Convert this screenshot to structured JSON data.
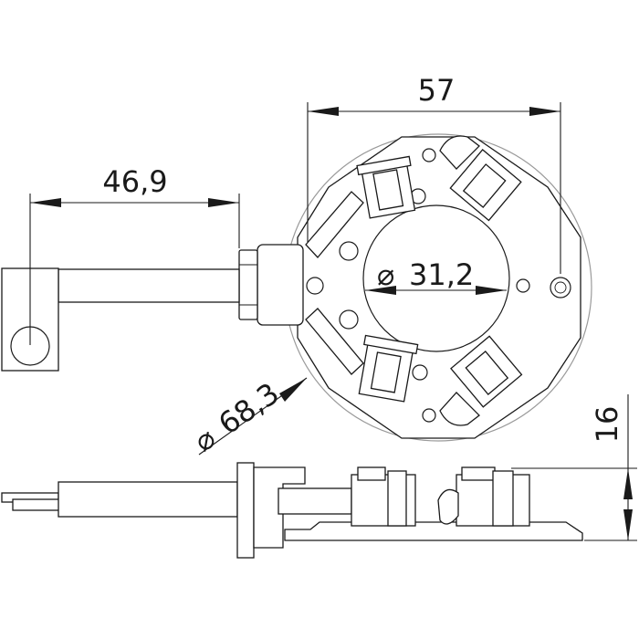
{
  "drawing": {
    "dimensions": {
      "overall_width": "57",
      "lead_length": "46,9",
      "inner_diameter": "31,2",
      "outer_diameter": "68,3",
      "height": "16"
    },
    "diameter_symbol": "⌀"
  }
}
